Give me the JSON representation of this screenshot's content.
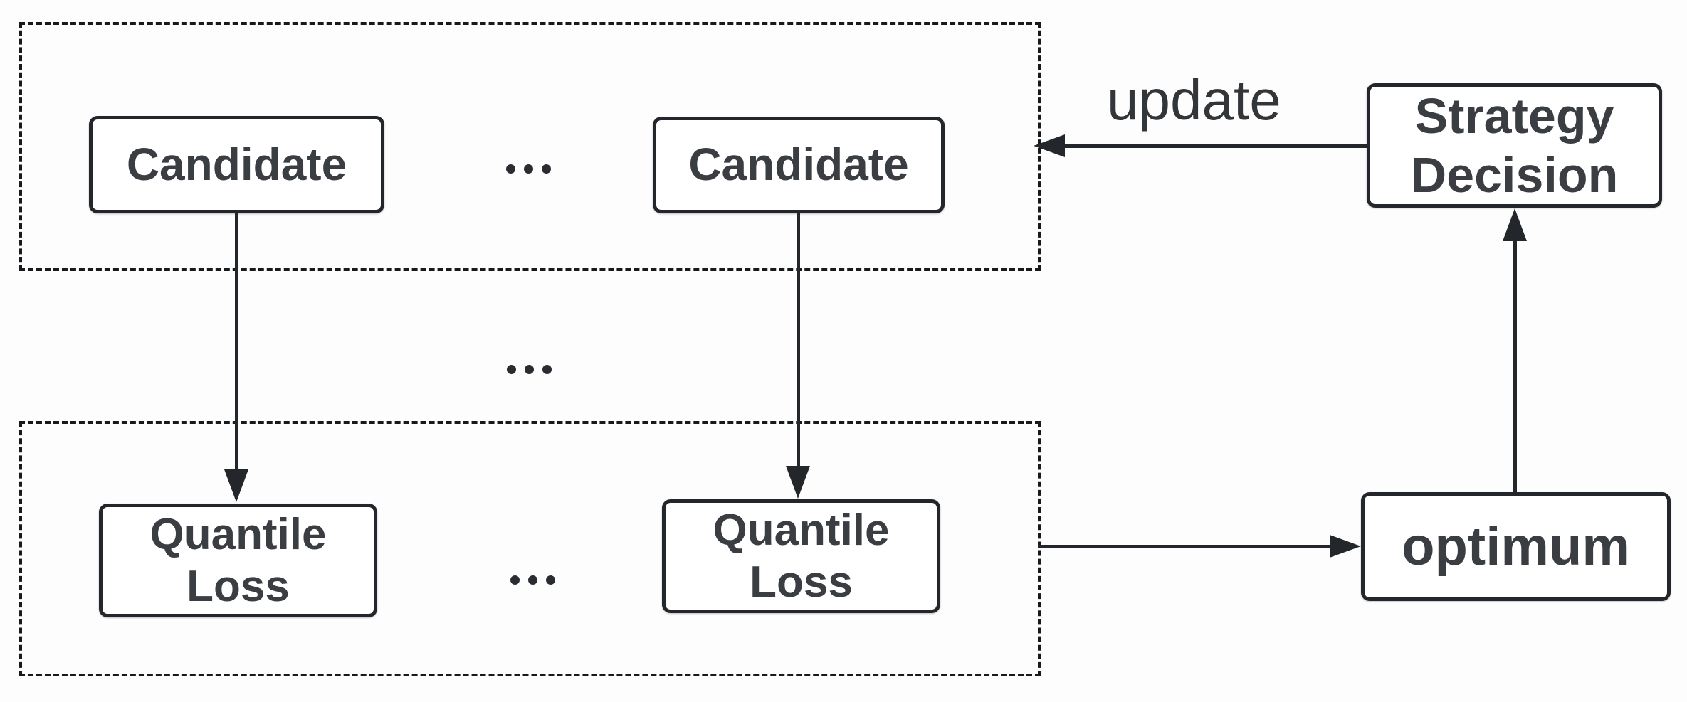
{
  "colors": {
    "line": "#23262b",
    "text": "#3a3d42",
    "box_fill": "#ffffff",
    "background": "#fdfdfd",
    "dashed_border": "#17191c"
  },
  "nodes": {
    "candidate1": "Candidate",
    "candidate2": "Candidate",
    "quantile1": "Quantile Loss",
    "quantile2": "Quantile Loss",
    "strategy": "Strategy Decision",
    "optimum": "optimum"
  },
  "edges": {
    "update_label": "update"
  },
  "ellipsis": {
    "top": "...",
    "middle": "...",
    "bottom": "..."
  }
}
